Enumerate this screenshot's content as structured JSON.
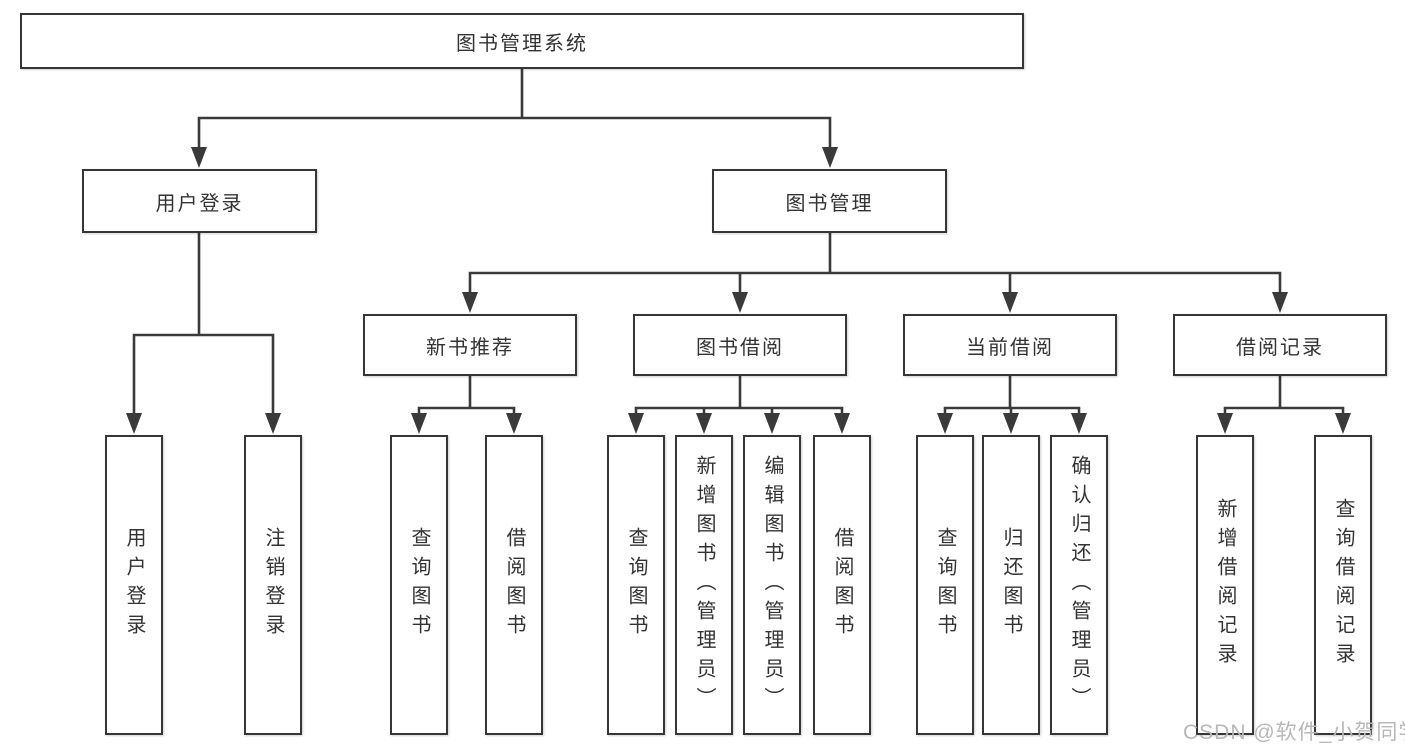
{
  "diagram": {
    "colors": {
      "line": "#3a3a3a",
      "box_border": "#363636",
      "text": "#333333",
      "watermark_text": "#b8b8b8",
      "background": "#ffffff"
    },
    "tree": {
      "label": "图书管理系统",
      "children": [
        {
          "label": "用户登录",
          "children": [
            {
              "label": "用户登录"
            },
            {
              "label": "注销登录"
            }
          ]
        },
        {
          "label": "图书管理",
          "children": [
            {
              "label": "新书推荐",
              "children": [
                {
                  "label": "查询图书"
                },
                {
                  "label": "借阅图书"
                }
              ]
            },
            {
              "label": "图书借阅",
              "children": [
                {
                  "label": "查询图书"
                },
                {
                  "label": "新增图书（管理员）"
                },
                {
                  "label": "编辑图书（管理员）"
                },
                {
                  "label": "借阅图书"
                }
              ]
            },
            {
              "label": "当前借阅",
              "children": [
                {
                  "label": "查询图书"
                },
                {
                  "label": "归还图书"
                },
                {
                  "label": "确认归还（管理员）"
                }
              ]
            },
            {
              "label": "借阅记录",
              "children": [
                {
                  "label": "新增借阅记录"
                },
                {
                  "label": "查询借阅记录"
                }
              ]
            }
          ]
        }
      ]
    },
    "watermark": {
      "text": "CSDN @软件_小贺同学"
    }
  }
}
